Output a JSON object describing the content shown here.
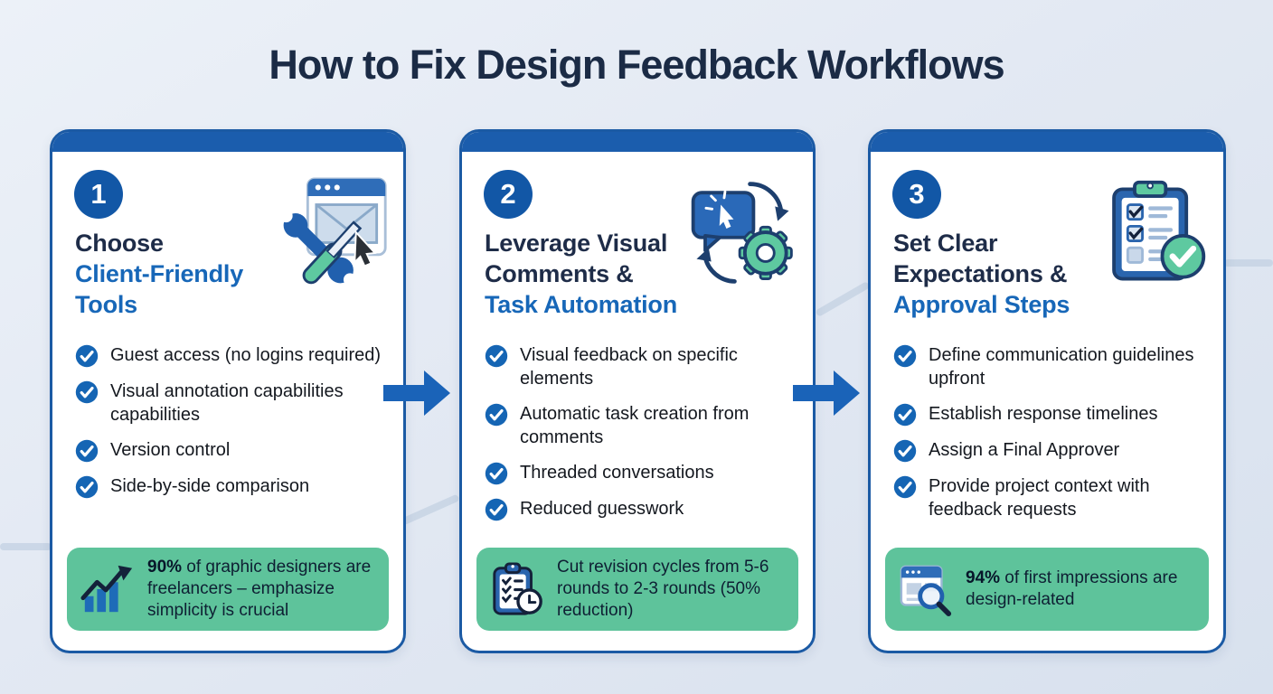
{
  "title": "How to Fix Design Feedback Workflows",
  "colors": {
    "background": "#e3e9f3",
    "card_border": "#1b5aa4",
    "card_top_bar": "#1b5dad",
    "number_circle": "#1257a6",
    "heading_dark": "#1e2c48",
    "heading_accent": "#1767b8",
    "check_circle": "#1565b4",
    "stat_green": "#5ec39b",
    "arrow_blue": "#1a63b8"
  },
  "cards": [
    {
      "number": "1",
      "heading_dark": "Choose",
      "heading_accent": "Client-Friendly Tools",
      "icon": "browser-tools-icon",
      "items": [
        "Guest access (no logins required)",
        "Visual annotation capabilities capabilities",
        "Version control",
        "Side-by-side comparison"
      ],
      "stat": {
        "icon": "growth-chart-icon",
        "highlight": "90%",
        "text": " of graphic designers are freelancers – emphasize simplicity is crucial"
      }
    },
    {
      "number": "2",
      "heading_dark": "Leverage Visual Comments &",
      "heading_accent": "Task Automation",
      "icon": "comment-automation-icon",
      "items": [
        "Visual feedback on specific elements",
        "Automatic task creation from comments",
        "Threaded conversations",
        "Reduced guesswork"
      ],
      "stat": {
        "icon": "clipboard-clock-icon",
        "highlight": "",
        "text": "Cut revision cycles from 5-6 rounds to 2-3 rounds (50% reduction)"
      }
    },
    {
      "number": "3",
      "heading_dark": "Set Clear Expectations &",
      "heading_accent": "Approval Steps",
      "icon": "clipboard-approval-icon",
      "items": [
        "Define communication guidelines upfront",
        "Establish response timelines",
        "Assign a Final Approver",
        "Provide project context with feedback requests"
      ],
      "stat": {
        "icon": "browser-search-icon",
        "highlight": "94%",
        "text": " of first impressions are design-related"
      }
    }
  ]
}
